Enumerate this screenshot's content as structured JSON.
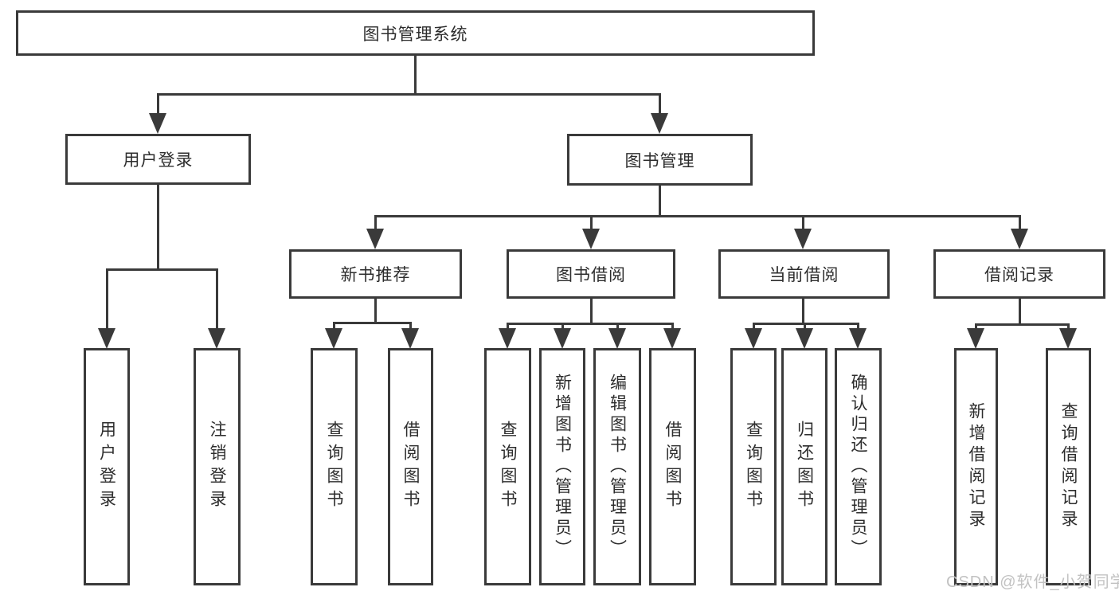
{
  "diagram": {
    "nodes": {
      "root": "图书管理系统",
      "user_login": "用户登录",
      "book_mgmt": "图书管理",
      "new_rec": "新书推荐",
      "borrow": "图书借阅",
      "current": "当前借阅",
      "record": "借阅记录",
      "leaf_user_login": "用户登录",
      "leaf_logout": "注销登录",
      "leaf_rec_query": "查询图书",
      "leaf_rec_borrow": "借阅图书",
      "leaf_borrow_query": "查询图书",
      "leaf_borrow_add": "新增图书（管理员）",
      "leaf_borrow_edit": "编辑图书（管理员）",
      "leaf_borrow_borrow": "借阅图书",
      "leaf_cur_query": "查询图书",
      "leaf_cur_return": "归还图书",
      "leaf_cur_confirm": "确认归还（管理员）",
      "leaf_record_add": "新增借阅记录",
      "leaf_record_query": "查询借阅记录"
    },
    "hierarchy": [
      {
        "label": "图书管理系统",
        "children": [
          {
            "label": "用户登录",
            "children": [
              "用户登录",
              "注销登录"
            ]
          },
          {
            "label": "图书管理",
            "children": [
              {
                "label": "新书推荐",
                "children": [
                  "查询图书",
                  "借阅图书"
                ]
              },
              {
                "label": "图书借阅",
                "children": [
                  "查询图书",
                  "新增图书（管理员）",
                  "编辑图书（管理员）",
                  "借阅图书"
                ]
              },
              {
                "label": "当前借阅",
                "children": [
                  "查询图书",
                  "归还图书",
                  "确认归还（管理员）"
                ]
              },
              {
                "label": "借阅记录",
                "children": [
                  "新增借阅记录",
                  "查询借阅记录"
                ]
              }
            ]
          }
        ]
      }
    ]
  },
  "watermark": {
    "text": "CSDN @软件_小贺同学"
  },
  "colors": {
    "line": "#3a3a3a",
    "text": "#2d2d2d",
    "watermark": "#c2c2c2",
    "background": "#ffffff"
  }
}
